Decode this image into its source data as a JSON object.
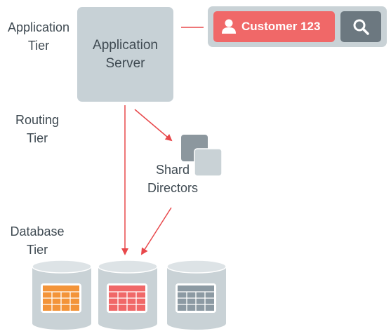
{
  "tiers": {
    "application": "Application\nTier",
    "routing": "Routing\nTier",
    "database": "Database\nTier"
  },
  "app_server": {
    "label": "Application\nServer"
  },
  "search": {
    "value": "Customer 123"
  },
  "shard_directors": {
    "label": "Shard\nDirectors"
  },
  "colors": {
    "arrow": "#e8484b",
    "server": "#c7d1d6",
    "customer_field": "#f06868",
    "search_button": "#6c7880",
    "db_orange": "#f39439",
    "db_red": "#f06868",
    "db_gray": "#8c9aa3"
  },
  "icons": [
    "user-icon",
    "search-icon",
    "shard-director-icon",
    "database-icon",
    "table-grid-icon"
  ]
}
